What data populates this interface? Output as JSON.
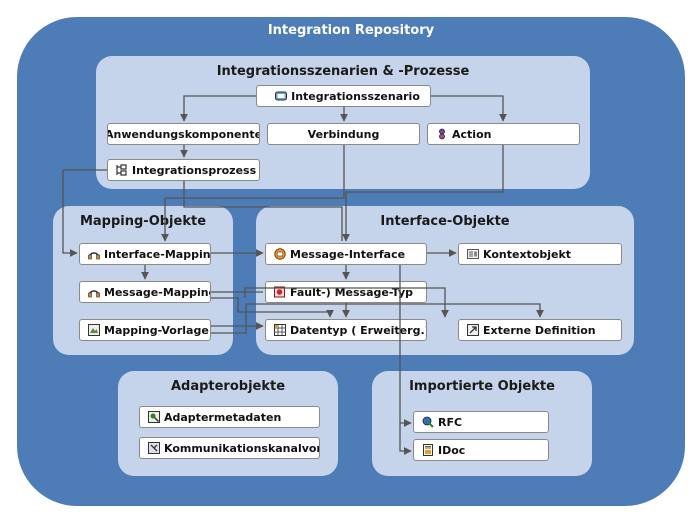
{
  "repository_title": "Integration Repository",
  "groups": {
    "szenarien": "Integrationsszenarien & -Prozesse",
    "mapping": "Mapping-Objekte",
    "interface": "Interface-Objekte",
    "adapter": "Adapterobjekte",
    "importiert": "Importierte Objekte"
  },
  "nodes": {
    "integrationsszenario": "Integrationsszenario",
    "anwendungskomponente": "Anwendungskomponente",
    "verbindung": "Verbindung",
    "action": "Action",
    "integrationsprozess": "Integrationsprozess",
    "interface_mapping": "Interface-Mapping",
    "message_mapping": "Message-Mapping",
    "mapping_vorlage": "Mapping-Vorlage",
    "message_interface": "Message-Interface",
    "kontextobjekt": "Kontextobjekt",
    "fault_message_typ": "Fault-) Message-Typ",
    "datentyp": "Datentyp ( Erweiterg.)",
    "externe_definition": "Externe Definition",
    "adaptermetadaten": "Adaptermetadaten",
    "kommunikationskanalvorl": "Kommunikationskanalvorl.",
    "rfc": "RFC",
    "idoc": "IDoc"
  },
  "colors": {
    "repository": "#4d7cb6",
    "group": "#c5d4ea",
    "node_border": "#8a8a8a",
    "connector": "#555555"
  }
}
